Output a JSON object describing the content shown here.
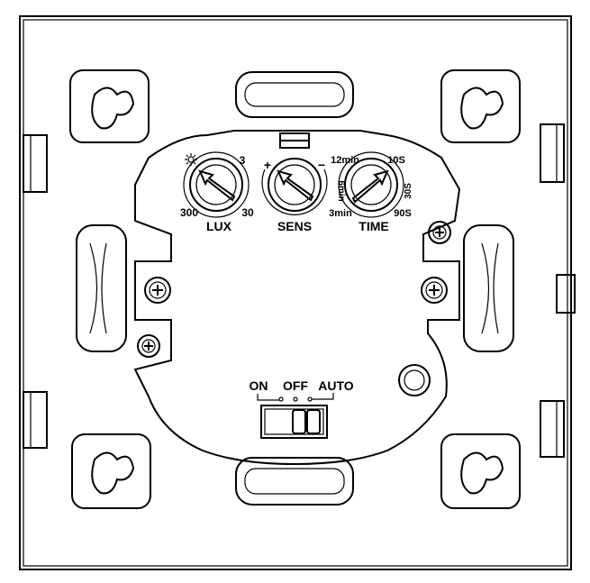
{
  "dials": {
    "lux": {
      "label": "LUX",
      "min": "300",
      "max": "3",
      "mid": "30",
      "icon": "sun-icon"
    },
    "sens": {
      "label": "SENS",
      "plus": "+",
      "minus": "−"
    },
    "time": {
      "label": "TIME",
      "t12min": "12min",
      "t10s": "10S",
      "t6min": "6min",
      "t30s": "30S",
      "t3min": "3min",
      "t90s": "90S"
    }
  },
  "mode_switch": {
    "on": "ON",
    "off": "OFF",
    "auto": "AUTO"
  },
  "colors": {
    "line": "#000000",
    "background": "#ffffff"
  }
}
